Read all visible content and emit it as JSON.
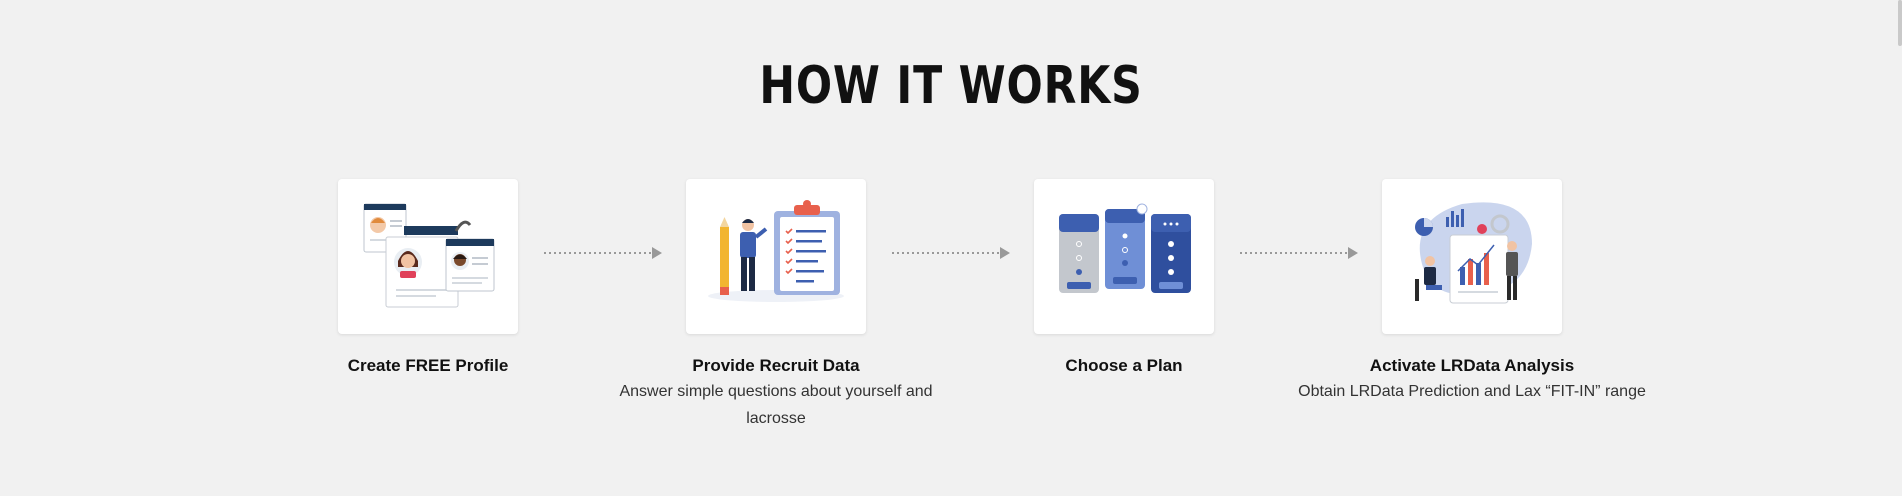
{
  "section": {
    "title": "HOW IT WORKS"
  },
  "steps": [
    {
      "title": "Create FREE Profile",
      "description": "",
      "icon": "profile-cards-illustration-icon"
    },
    {
      "title": "Provide Recruit Data",
      "description": "Answer simple questions about yourself and lacrosse",
      "icon": "clipboard-checklist-illustration-icon"
    },
    {
      "title": "Choose a Plan",
      "description": "",
      "icon": "pricing-plans-illustration-icon"
    },
    {
      "title": "Activate LRData Analysis",
      "description": "Obtain LRData Prediction and Lax “FIT-IN” range",
      "icon": "data-analysis-illustration-icon"
    }
  ],
  "colors": {
    "accent_blue": "#3d5fb0",
    "navy": "#1d3a5c",
    "light_blue": "#9fb2e0",
    "arrow_grey": "#999999"
  }
}
